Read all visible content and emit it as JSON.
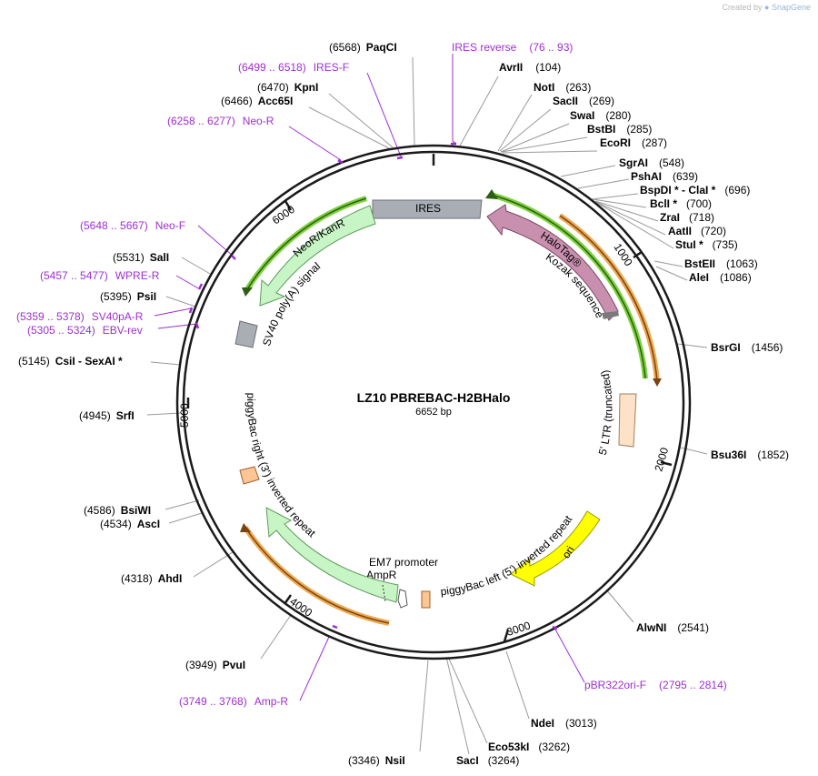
{
  "watermark": {
    "created": "Created by",
    "brand": "SnapGene"
  },
  "plasmid": {
    "name": "LZ10 PBREBAC-H2BHalo",
    "length": "6652 bp"
  },
  "ticks": [
    "1000",
    "2000",
    "3000",
    "4000",
    "5000",
    "6000"
  ],
  "features": [
    {
      "label": "IRES"
    },
    {
      "label": "HaloTag®"
    },
    {
      "label": "Kozak sequence"
    },
    {
      "label": "NeoR/KanR"
    },
    {
      "label": "SV40 poly(A) signal"
    },
    {
      "label": "5' LTR (truncated)"
    },
    {
      "label": "piggyBac right (3') inverted repeat"
    },
    {
      "label": "ori"
    },
    {
      "label": "piggyBac left (5') inverted repeat"
    },
    {
      "label": "EM7 promoter"
    },
    {
      "label": "AmpR"
    }
  ],
  "enzymes": [
    {
      "pos": "(6568)",
      "name": "PaqCI"
    },
    {
      "name": "AvrII",
      "pos": "(104)"
    },
    {
      "pos": "(6470)",
      "name": "KpnI"
    },
    {
      "pos": "(6466)",
      "name": "Acc65I"
    },
    {
      "name": "NotI",
      "pos": "(263)"
    },
    {
      "name": "SacII",
      "pos": "(269)"
    },
    {
      "name": "SwaI",
      "pos": "(280)"
    },
    {
      "name": "BstBI",
      "pos": "(285)"
    },
    {
      "name": "EcoRI",
      "pos": "(287)"
    },
    {
      "name": "SgrAI",
      "pos": "(548)"
    },
    {
      "name": "PshAI",
      "pos": "(639)"
    },
    {
      "name": "BspDI * - ClaI *",
      "pos": "(696)"
    },
    {
      "name": "BclI *",
      "pos": "(700)"
    },
    {
      "name": "ZraI",
      "pos": "(718)"
    },
    {
      "name": "AatII",
      "pos": "(720)"
    },
    {
      "name": "StuI *",
      "pos": "(735)"
    },
    {
      "name": "BstEII",
      "pos": "(1063)"
    },
    {
      "name": "AleI",
      "pos": "(1086)"
    },
    {
      "name": "BsrGI",
      "pos": "(1456)"
    },
    {
      "name": "Bsu36I",
      "pos": "(1852)"
    },
    {
      "name": "AlwNI",
      "pos": "(2541)"
    },
    {
      "name": "NdeI",
      "pos": "(3013)"
    },
    {
      "name": "Eco53kI",
      "pos": "(3262)"
    },
    {
      "name": "SacI",
      "pos": "(3264)"
    },
    {
      "pos": "(3346)",
      "name": "NsiI"
    },
    {
      "pos": "(3949)",
      "name": "PvuI"
    },
    {
      "pos": "(4318)",
      "name": "AhdI"
    },
    {
      "pos": "(4534)",
      "name": "AscI"
    },
    {
      "pos": "(4586)",
      "name": "BsiWI"
    },
    {
      "pos": "(4945)",
      "name": "SrfI"
    },
    {
      "pos": "(5145)",
      "name": "CsiI  -  SexAI *"
    },
    {
      "pos": "(5395)",
      "name": "PsiI"
    },
    {
      "pos": "(5531)",
      "name": "SalI"
    }
  ],
  "primers": [
    {
      "name": "IRES reverse",
      "pos": "(76 .. 93)"
    },
    {
      "pos": "(6499 .. 6518)",
      "name": "IRES-F"
    },
    {
      "pos": "(6258 .. 6277)",
      "name": "Neo-R"
    },
    {
      "pos": "(5648 .. 5667)",
      "name": "Neo-F"
    },
    {
      "pos": "(5457 .. 5477)",
      "name": "WPRE-R"
    },
    {
      "pos": "(5359 .. 5378)",
      "name": "SV40pA-R"
    },
    {
      "pos": "(5305 .. 5324)",
      "name": "EBV-rev"
    },
    {
      "name": "pBR322ori-F",
      "pos": "(2795 .. 2814)"
    },
    {
      "pos": "(3749 .. 3768)",
      "name": "Amp-R"
    }
  ],
  "colors": {
    "backbone": "#1a1a1a",
    "enzyme_line": "#9a9a9a",
    "primer": "#9d2fd0",
    "ires": "#a9aeb5",
    "halotag": "#c98fae",
    "neor": "#c8f5c6",
    "ampr": "#c8f5c6",
    "ori": "#ffff00",
    "ltr": "#fde2c8",
    "itr": "#fbc594",
    "green_band": "#7cd13c",
    "orange_band": "#eda84f"
  }
}
